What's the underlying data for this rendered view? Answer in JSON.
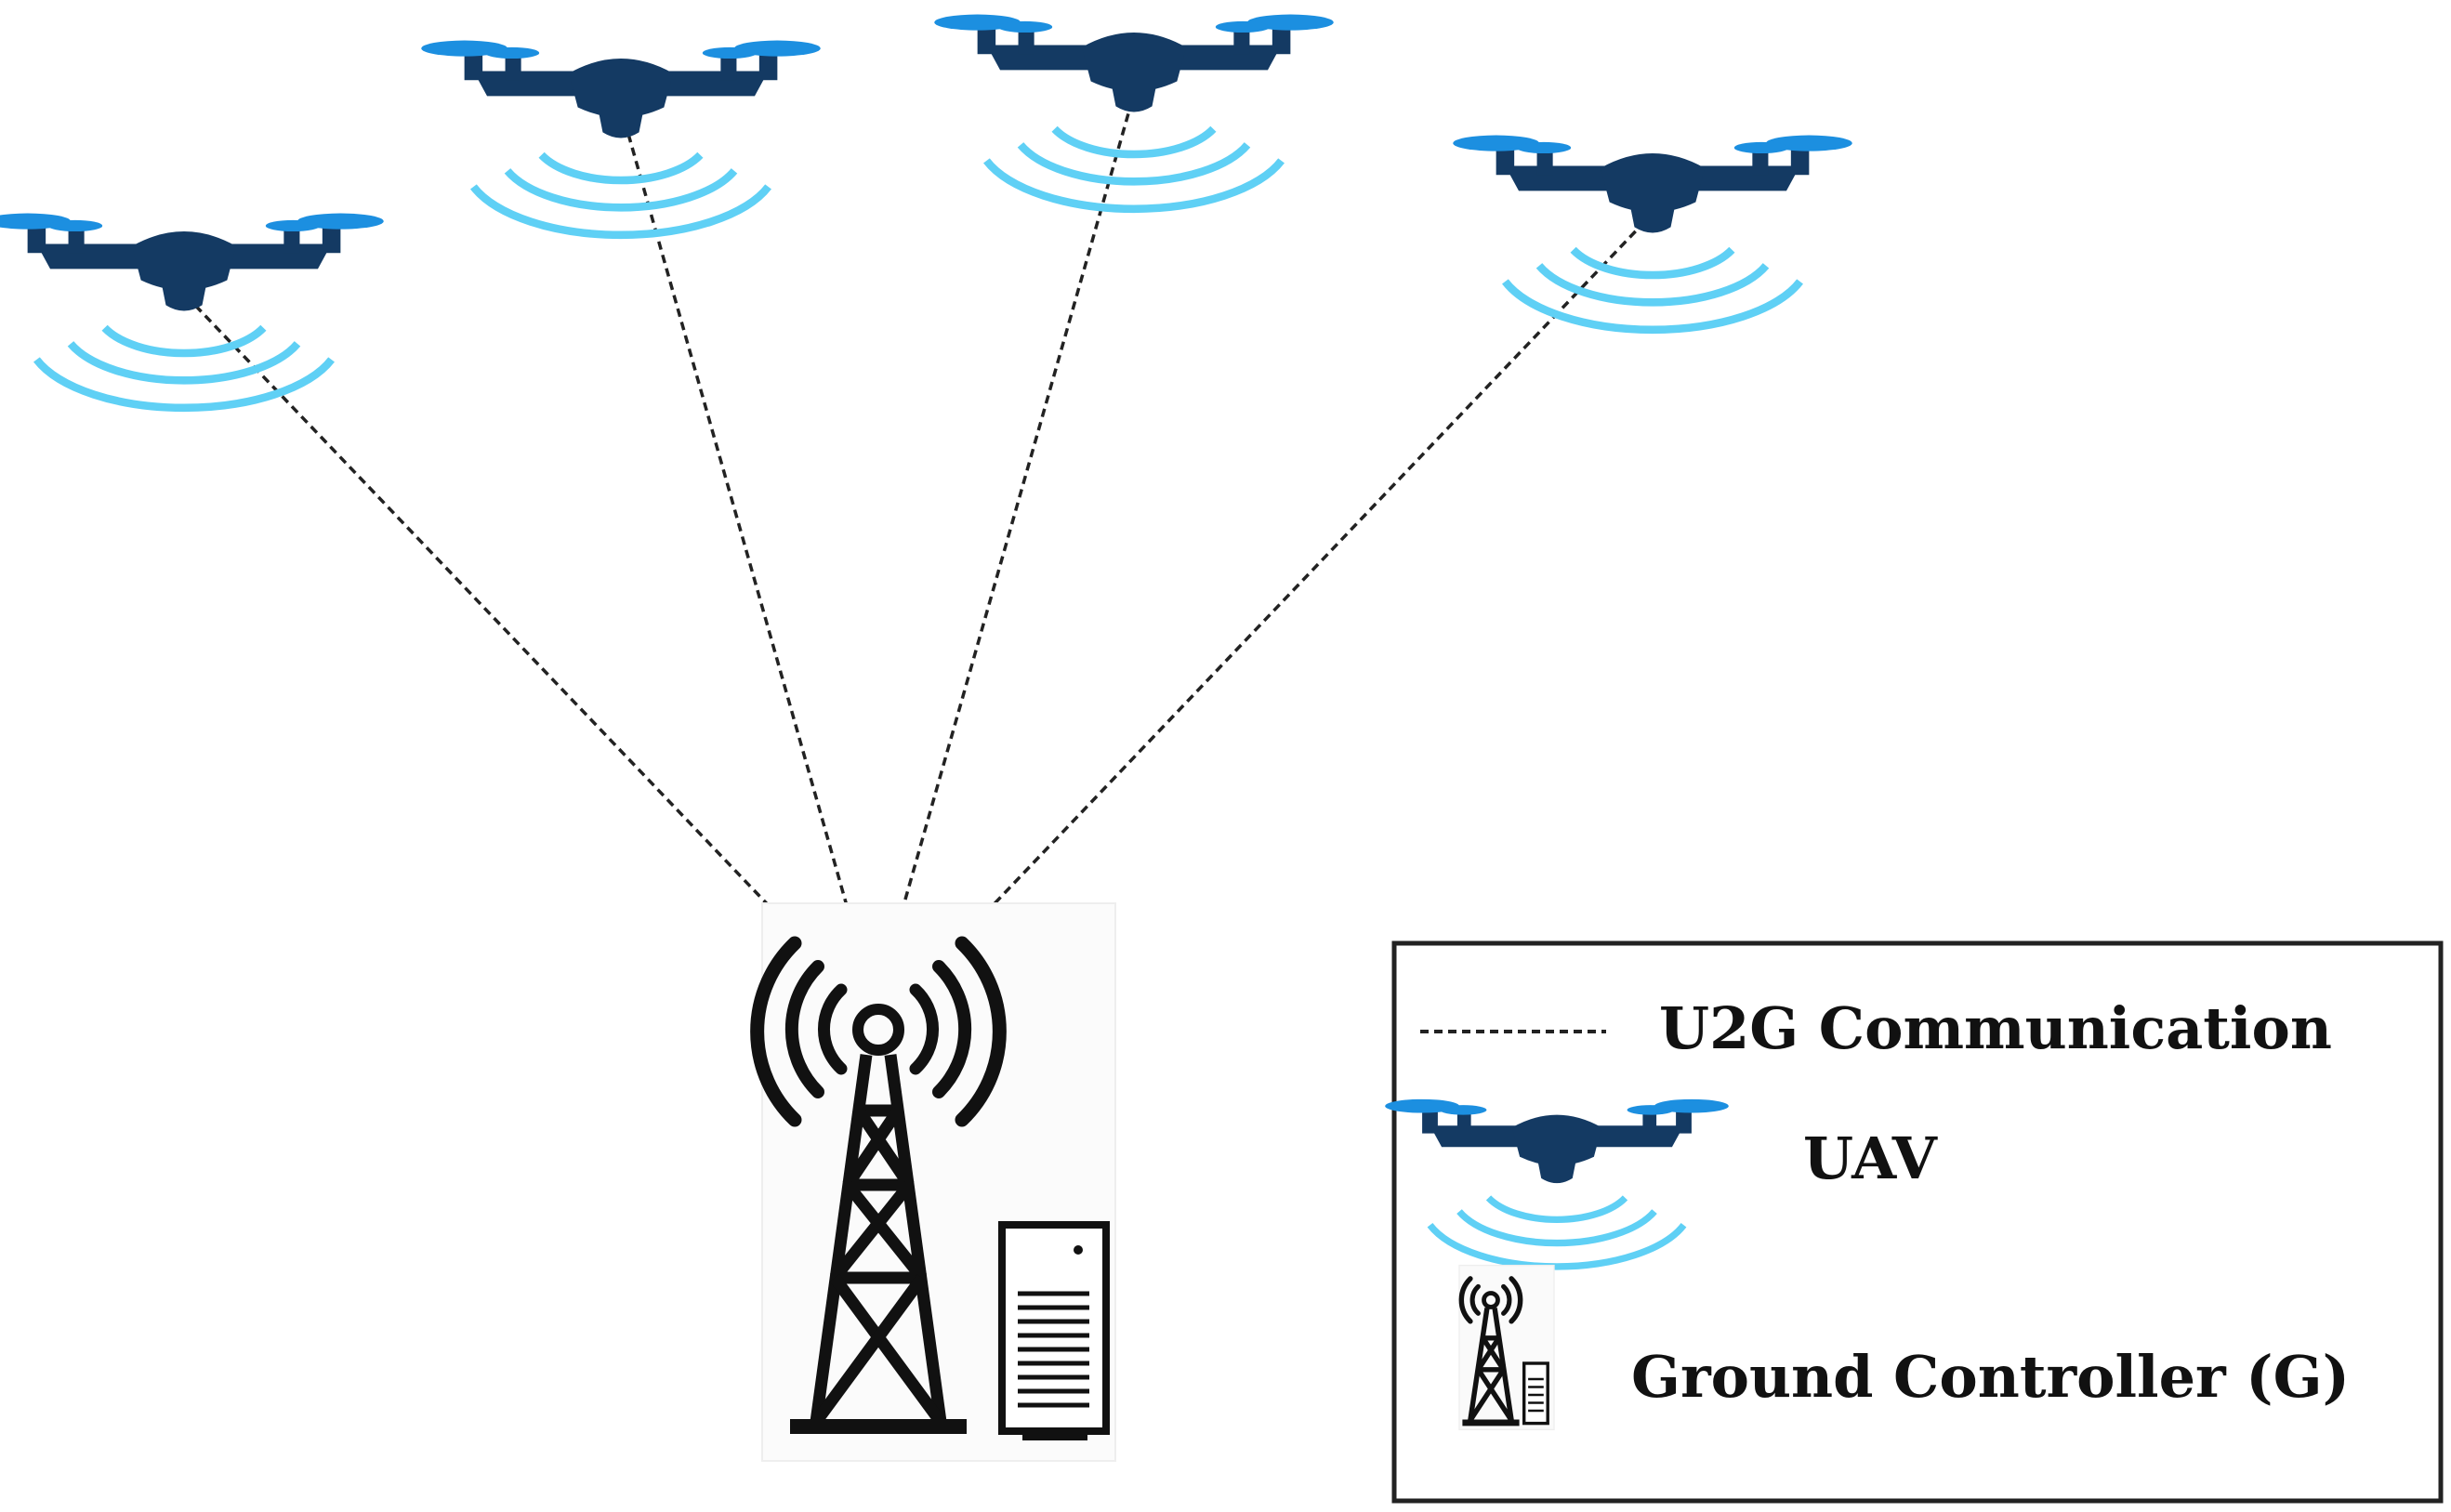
{
  "colors": {
    "drone_body": "#143a63",
    "propeller": "#1c8fe0",
    "signal": "#5fd0f5",
    "tower": "#111111",
    "link": "#222222",
    "legend_border": "#222222"
  },
  "legend": {
    "items": [
      {
        "icon": "dashed-line-icon",
        "label": "U2G Communication"
      },
      {
        "icon": "uav-icon",
        "label": "UAV"
      },
      {
        "icon": "ground-controller-icon",
        "label": "Ground Controller (G)"
      }
    ]
  },
  "diagram": {
    "uav_count": 4,
    "ground_controller_count": 1,
    "links": [
      {
        "from": "uav-1",
        "to": "ground-controller",
        "style": "dashed"
      },
      {
        "from": "uav-2",
        "to": "ground-controller",
        "style": "dashed"
      },
      {
        "from": "uav-3",
        "to": "ground-controller",
        "style": "dashed"
      },
      {
        "from": "uav-4",
        "to": "ground-controller",
        "style": "dashed"
      }
    ]
  }
}
